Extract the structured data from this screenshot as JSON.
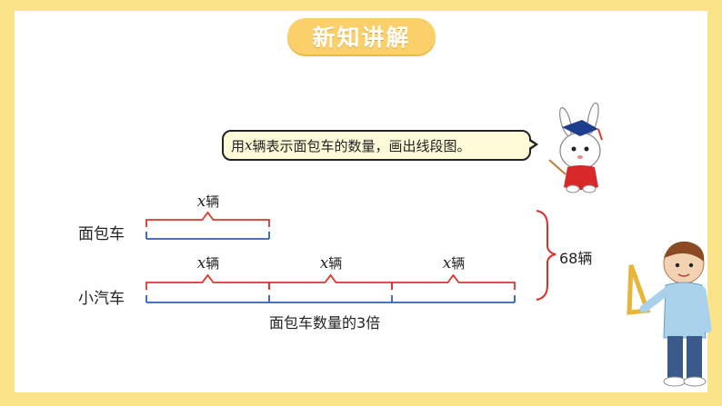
{
  "title": "新知讲解",
  "bubble": {
    "prefix": "用",
    "variable": "x",
    "suffix": "辆表示面包车的数量，画出线段图。"
  },
  "diagram": {
    "row_bread": {
      "label": "面包车",
      "segments": 1
    },
    "row_car": {
      "label": "小汽车",
      "segments": 3
    },
    "segment_var": "x",
    "segment_unit": "辆",
    "multiple_label": "面包车数量的3倍",
    "total_label": "68辆"
  },
  "colors": {
    "brace_red": "#e0332a",
    "segment_blue": "#2e5fb8",
    "total_brace": "#d9302a",
    "frame": "#fbe38a",
    "pill": "#fbd06a"
  },
  "icons": [
    "bunny-teacher-icon",
    "boy-with-ruler-icon"
  ]
}
